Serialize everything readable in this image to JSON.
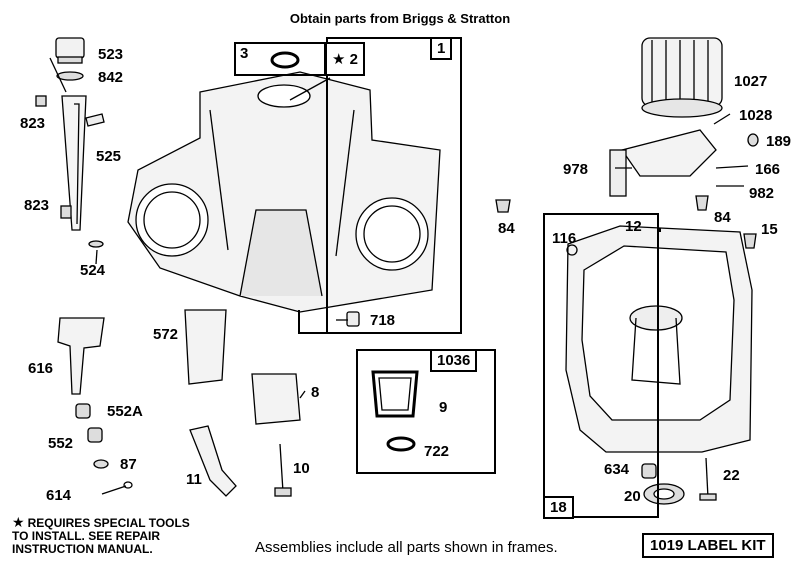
{
  "header": {
    "title": "Obtain parts from Briggs & Stratton"
  },
  "notes": {
    "star_symbol": "★",
    "special_tools": [
      "REQUIRES SPECIAL TOOLS",
      "TO INSTALL.  SEE REPAIR",
      "INSTRUCTION MANUAL."
    ],
    "assemblies": "Assemblies include all parts shown in frames.",
    "label_kit": "1019 LABEL KIT"
  },
  "frames": {
    "cylinder": "1",
    "gasket_set": "1036",
    "sump_top": "12",
    "sump_bottom": "18",
    "seal_tag": "3",
    "star_tag": "★ 2"
  },
  "parts": {
    "p523": "523",
    "p842": "842",
    "p823a": "823",
    "p525": "525",
    "p823b": "823",
    "p524": "524",
    "p718": "718",
    "p572": "572",
    "p616": "616",
    "p552a": "552A",
    "p552": "552",
    "p87": "87",
    "p614": "614",
    "p8": "8",
    "p11": "11",
    "p10": "10",
    "p9": "9",
    "p722": "722",
    "p84a": "84",
    "p1027": "1027",
    "p1028": "1028",
    "p189": "189",
    "p978": "978",
    "p166": "166",
    "p982": "982",
    "p84b": "84",
    "p116": "116",
    "p15": "15",
    "p634": "634",
    "p20": "20",
    "p22": "22"
  }
}
